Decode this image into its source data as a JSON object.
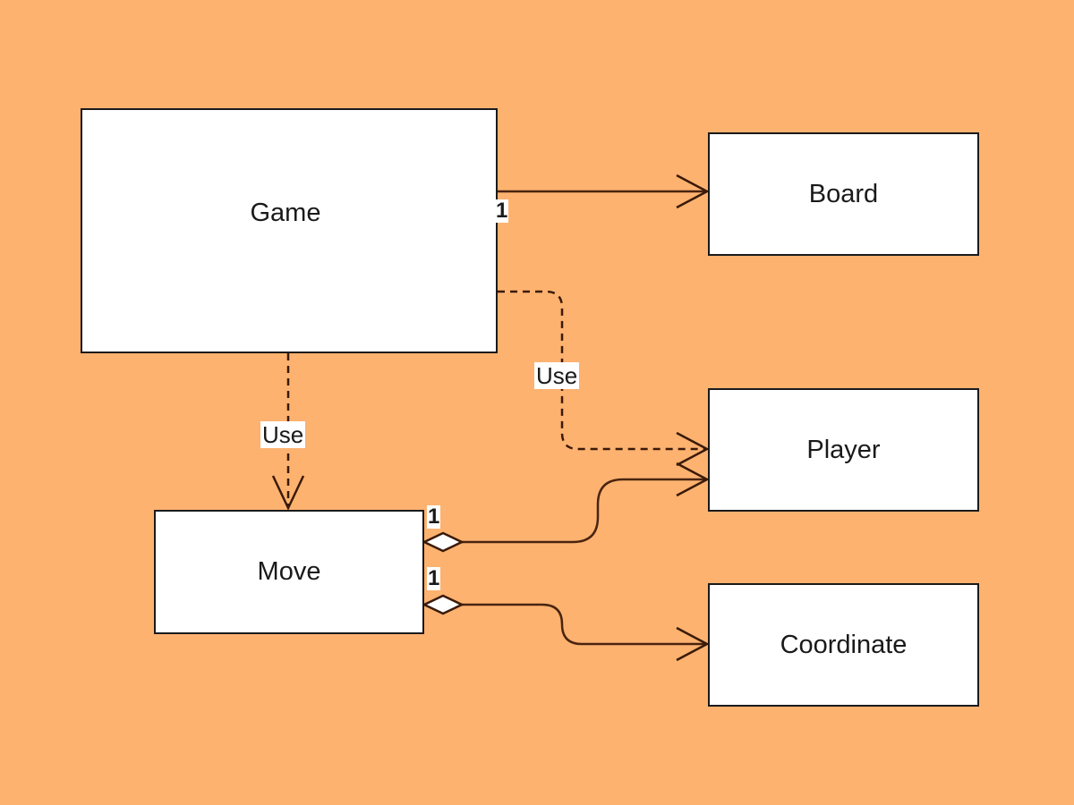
{
  "classes": {
    "game": "Game",
    "board": "Board",
    "player": "Player",
    "move": "Move",
    "coordinate": "Coordinate"
  },
  "relations": {
    "game_board_multiplicity": "1",
    "game_player_label": "Use",
    "game_move_label": "Use",
    "move_player_multiplicity": "1",
    "move_coordinate_multiplicity": "1"
  },
  "colors": {
    "background": "#FDB270",
    "box_fill": "#FFFFFF",
    "line": "#3a1a08"
  }
}
